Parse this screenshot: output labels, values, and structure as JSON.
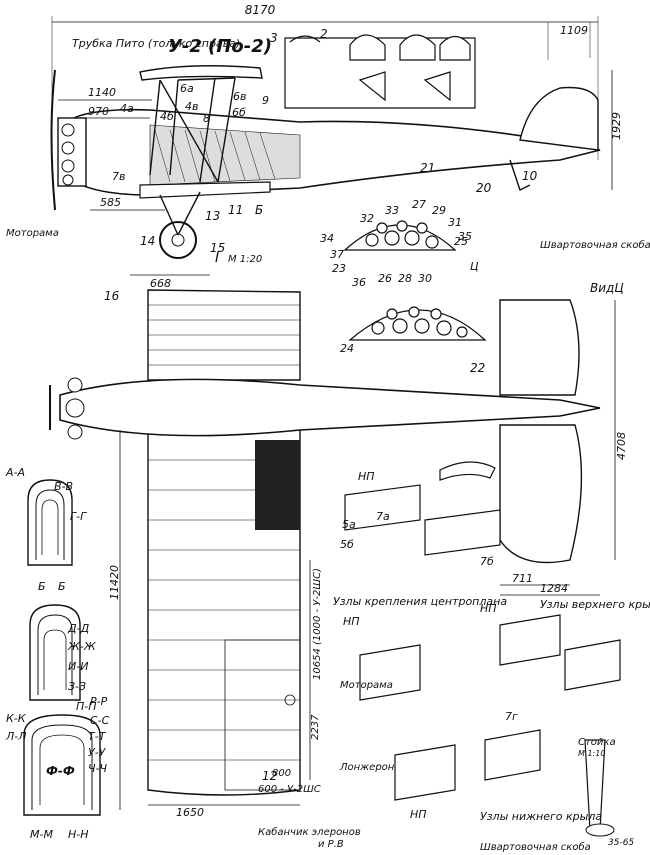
{
  "title": "У-2 (По-2)",
  "dimensions": {
    "overall_length": "8170",
    "stab_chord": "1109",
    "height": "1929",
    "prop_to_wing": "1140",
    "nose_to_strut": "970",
    "wheel_offset": "585",
    "gear_track": "668",
    "tail_span": "4708",
    "tail_root": "711",
    "tail_chord": "1284",
    "half_span": "11420",
    "wing_span": "10654 (1000 - У-2ШС)",
    "aileron_len": "2237",
    "aileron_offset": "800",
    "aileron_shc": "600 - У-2ШС",
    "wing_root_dim": "1650",
    "strut_range": "35-65"
  },
  "labels": {
    "pitot": "Трубка Пито (только справа)",
    "motorama1": "Моторама",
    "motorama2": "Моторама",
    "mooring1": "Швартовочная скоба",
    "mooring2": "Швартовочная скоба",
    "view_c": "ВидЦ",
    "view_c_tag": "Ц",
    "center_nodes": "Узлы крепления центроплана",
    "upper_nodes": "Узлы верхнего крыла",
    "lower_nodes": "Узлы нижнего крыла",
    "spar": "Лонжерон",
    "kaban": "Кабанчик элеронов",
    "rv": "и Р.В",
    "strut": "Стойка",
    "np1": "НП",
    "np2": "НП",
    "np3": "НП",
    "np4": "НП",
    "scale_m120": "М 1:20",
    "scale_m110": "М 1:10",
    "detail_I": "I",
    "detail_B": "Б"
  },
  "sections": {
    "aa": "А-А",
    "vv": "В-В",
    "gg": "Г-Г",
    "bb1": "Б",
    "bb2": "Б",
    "dd": "Д-Д",
    "zhzh": "Ж-Ж",
    "ii": "И-И",
    "zz": "З-З",
    "kk": "К-К",
    "ll": "Л-Л",
    "pp": "П-П",
    "rr": "Р-Р",
    "ss": "С-С",
    "tt": "Т-Т",
    "uu": "У-У",
    "chch": "Ч-Ч",
    "ff": "Ф-Ф",
    "mm": "М-М",
    "nn": "Н-Н"
  },
  "callouts": {
    "c2": "2",
    "c3": "3",
    "c4a": "4а",
    "c6a": "6а",
    "c4v": "4в",
    "c6v": "6в",
    "c4b": "4б",
    "c8": "8",
    "c6b": "6б",
    "c9": "9",
    "c21": "21",
    "c10": "10",
    "c20": "20",
    "c7v": "7в",
    "c11": "11",
    "c13": "13",
    "c12": "12",
    "c14": "14",
    "c15": "15",
    "c16": "16",
    "c22": "22",
    "c23": "23",
    "c24": "24",
    "c25": "25",
    "c26": "26",
    "c27": "27",
    "c28": "28",
    "c29": "29",
    "c30": "30",
    "c31": "31",
    "c32": "32",
    "c33": "33",
    "c34": "34",
    "c35": "35",
    "c36": "36",
    "c37": "37",
    "c5a": "5а",
    "c5b": "5б",
    "c7a": "7а",
    "c7b": "7б",
    "c7g": "7г"
  }
}
